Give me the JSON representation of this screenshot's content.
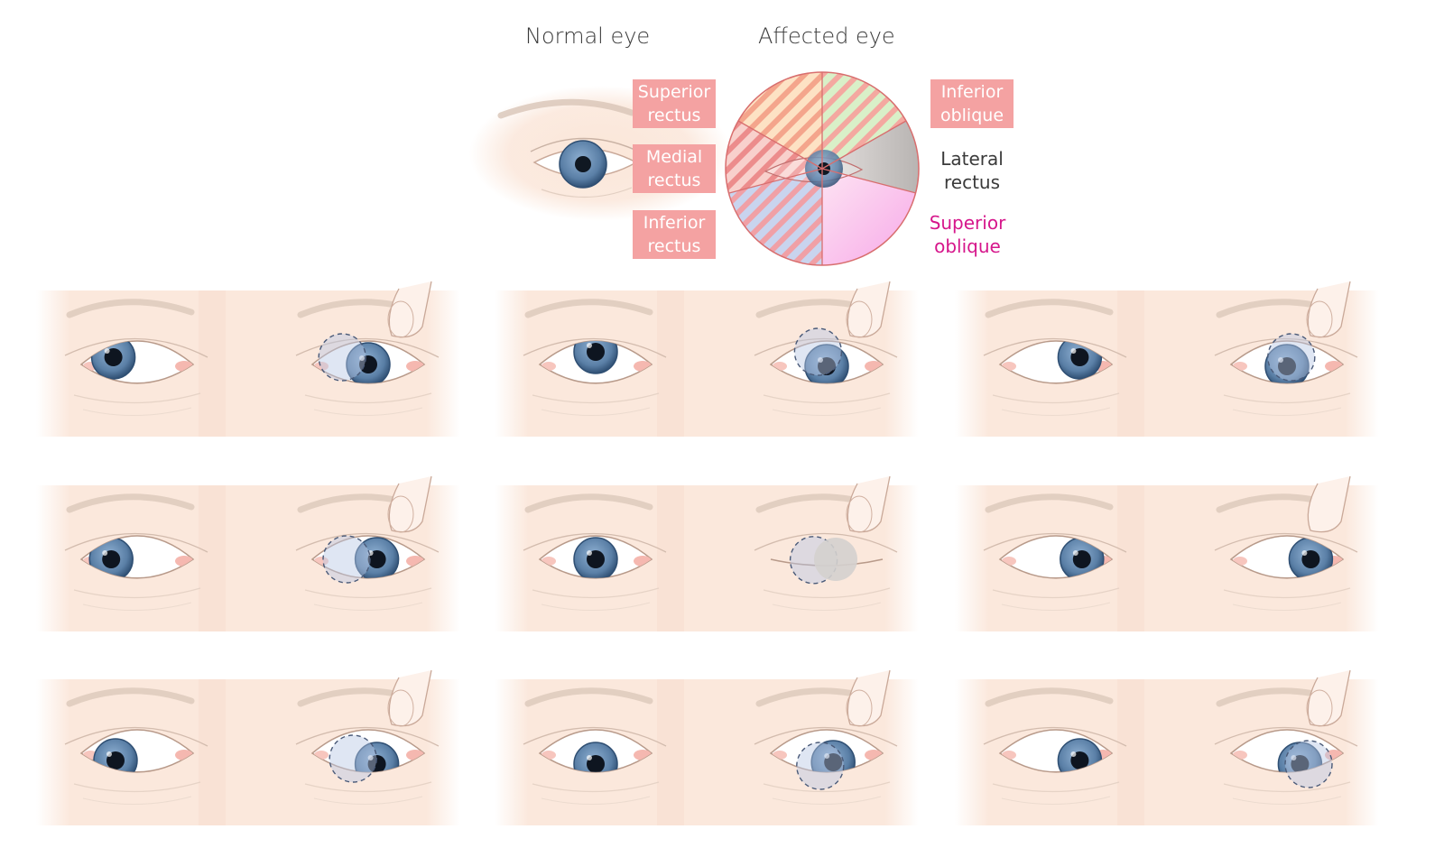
{
  "header": {
    "normal_eye": "Normal eye",
    "affected_eye": "Affected eye"
  },
  "muscles": {
    "superior_rectus": "Superior\nrectus",
    "medial_rectus": "Medial\nrectus",
    "inferior_rectus": "Inferior\nrectus",
    "inferior_oblique": "Inferior\noblique",
    "lateral_rectus": "Lateral\nrectus",
    "superior_oblique": "Superior\noblique"
  },
  "colors": {
    "label_box": "#f4a2a2",
    "superior_oblique_text": "#d6168b",
    "skin": "#fbe8dc",
    "iris": "#5a7fa6",
    "lash_line": "#c9b2a4"
  },
  "gaze_grid": [
    {
      "row": 0,
      "col": 0,
      "left": {
        "dx": -0.55,
        "dy": -0.2
      },
      "right": {
        "dx": 0,
        "dy": 0,
        "ghost": {
          "dx": -0.6,
          "dy": -0.2
        }
      },
      "state": "up-right"
    },
    {
      "row": 0,
      "col": 1,
      "left": {
        "dx": 0,
        "dy": -0.35
      },
      "right": {
        "dx": 0,
        "dy": 0.05,
        "ghost": {
          "dx": -0.2,
          "dy": -0.35
        }
      },
      "state": "up"
    },
    {
      "row": 0,
      "col": 2,
      "left": {
        "dx": 0.55,
        "dy": -0.2
      },
      "right": {
        "dx": 0,
        "dy": 0.05,
        "ghost": {
          "dx": 0.1,
          "dy": -0.2
        }
      },
      "state": "up-left"
    },
    {
      "row": 1,
      "col": 0,
      "left": {
        "dx": -0.6,
        "dy": 0
      },
      "right": {
        "dx": 0.2,
        "dy": 0,
        "ghost": {
          "dx": -0.5,
          "dy": 0
        }
      },
      "state": "right"
    },
    {
      "row": 1,
      "col": 1,
      "left": {
        "dx": 0,
        "dy": 0
      },
      "right": {
        "dx": 0,
        "dy": 0,
        "ghost": {
          "dx": -0.3,
          "dy": 0.02
        },
        "closed": true
      },
      "state": "primary"
    },
    {
      "row": 1,
      "col": 2,
      "left": {
        "dx": 0.6,
        "dy": 0
      },
      "right": {
        "dx": 0.55,
        "dy": 0
      },
      "state": "left"
    },
    {
      "row": 2,
      "col": 0,
      "left": {
        "dx": -0.5,
        "dy": 0.2
      },
      "right": {
        "dx": 0.2,
        "dy": 0.3,
        "ghost": {
          "dx": -0.35,
          "dy": 0.15
        }
      },
      "state": "down-right"
    },
    {
      "row": 2,
      "col": 1,
      "left": {
        "dx": 0,
        "dy": 0.3
      },
      "right": {
        "dx": 0.15,
        "dy": 0.25,
        "ghost": {
          "dx": -0.15,
          "dy": 0.35
        }
      },
      "state": "down"
    },
    {
      "row": 2,
      "col": 2,
      "left": {
        "dx": 0.55,
        "dy": 0.2
      },
      "right": {
        "dx": 0.3,
        "dy": 0.3,
        "ghost": {
          "dx": 0.5,
          "dy": 0.3
        }
      },
      "state": "down-left"
    }
  ]
}
